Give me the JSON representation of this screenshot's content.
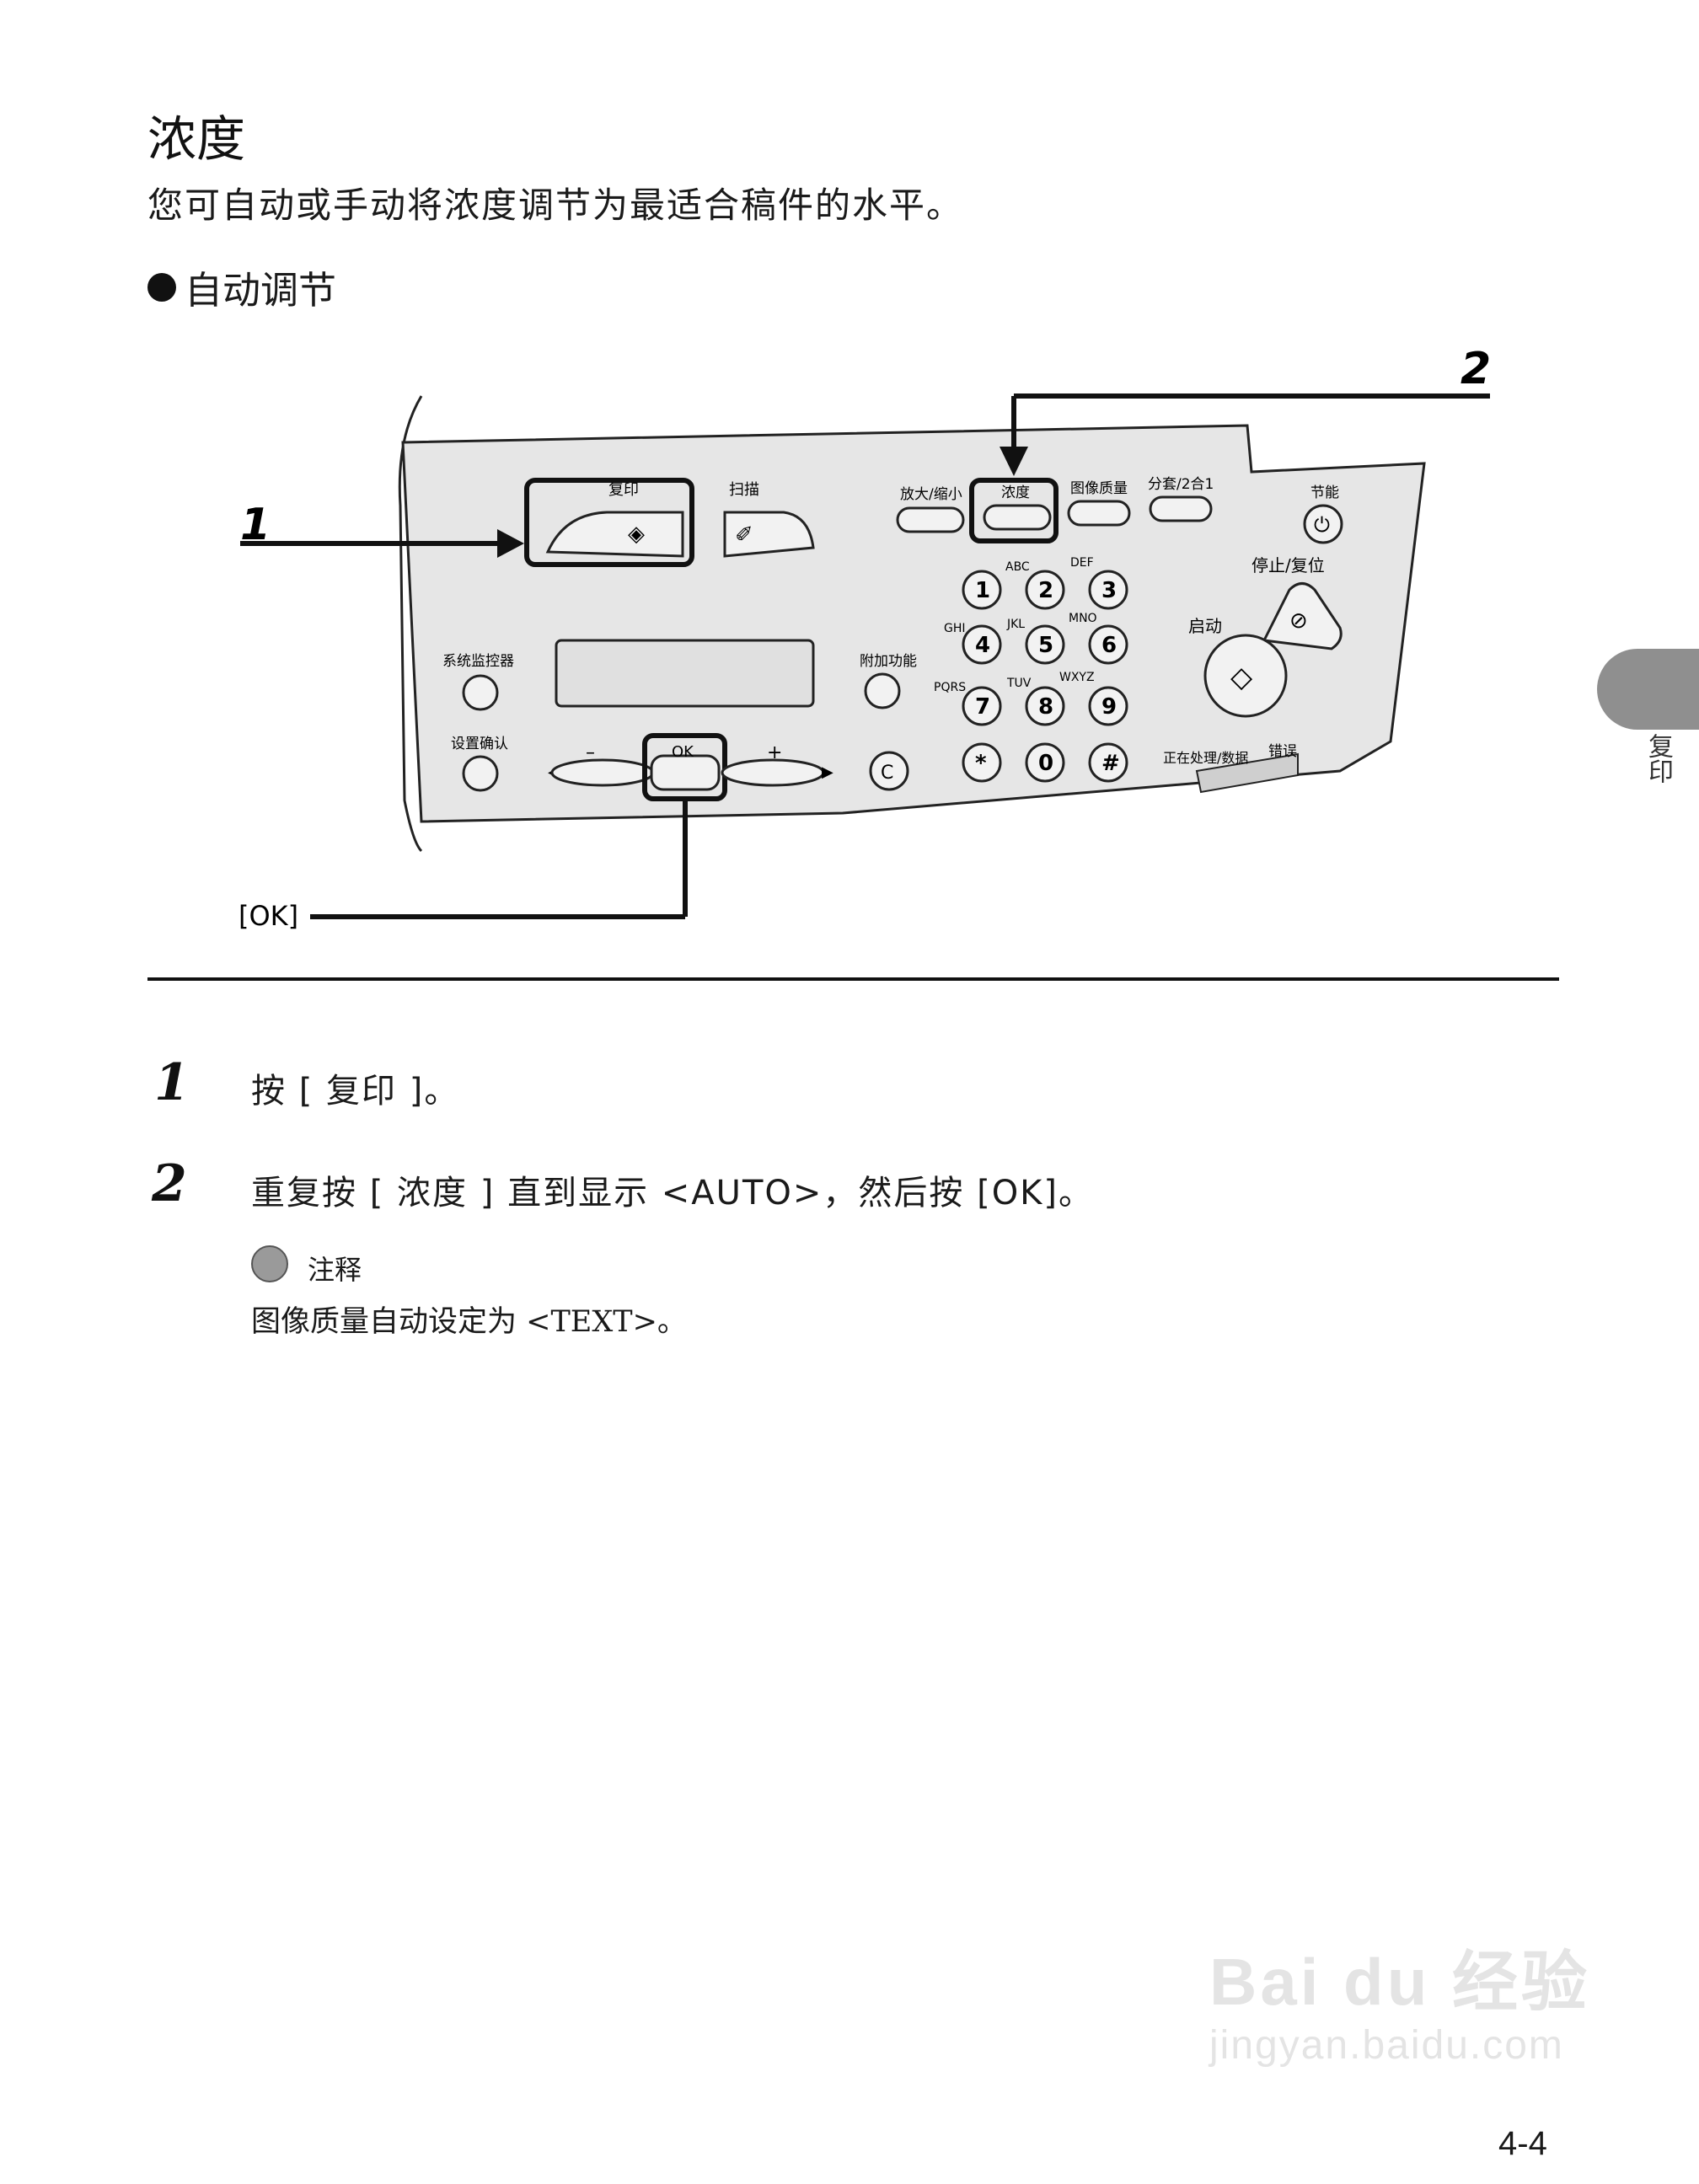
{
  "heading": "浓度",
  "intro": "您可自动或手动将浓度调节为最适合稿件的水平。",
  "subheading": "自动调节",
  "diagram": {
    "callout_1": "1",
    "callout_2": "2",
    "ok_callout": "[OK]",
    "buttons": {
      "copy": "复印",
      "scan": "扫描",
      "zoom": "放大/缩小",
      "density": "浓度",
      "image_quality": "图像质量",
      "collate": "分套/2合1",
      "energy_saver": "节能",
      "stop_reset": "停止/复位",
      "start": "启动",
      "system_monitor": "系统监控器",
      "settings": "设置确认",
      "additional_functions": "附加功能",
      "ok": "OK",
      "minus": "–",
      "plus": "+",
      "clear": "C",
      "processing_data": "正在处理/数据",
      "error": "错误"
    },
    "keypad": {
      "keys": [
        "1",
        "2",
        "3",
        "4",
        "5",
        "6",
        "7",
        "8",
        "9",
        "*",
        "0",
        "#"
      ],
      "letters": [
        "ABC",
        "DEF",
        "GHI",
        "JKL",
        "MNO",
        "PQRS",
        "TUV",
        "WXYZ"
      ]
    }
  },
  "steps": [
    {
      "number": "1",
      "text": "按 [ 复印 ]。"
    },
    {
      "number": "2",
      "text": "重复按 [ 浓度 ] 直到显示 <AUTO>，然后按 [OK]。"
    }
  ],
  "note": {
    "label": "注释",
    "text": "图像质量自动设定为 <TEXT>。"
  },
  "side_tab_label": "复印",
  "page_number": "4-4",
  "watermark": {
    "brand": "Bai du 经验",
    "url": "jingyan.baidu.com"
  }
}
